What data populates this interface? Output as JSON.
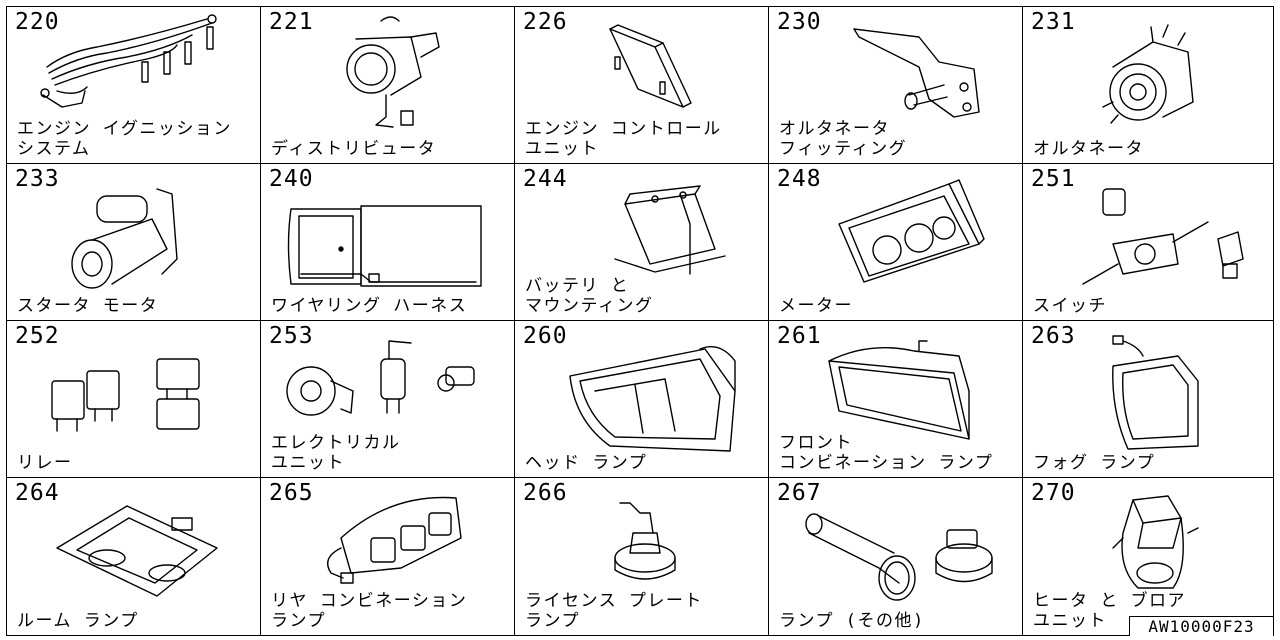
{
  "catalog": {
    "reference_code": "AW10000F23",
    "categories": [
      {
        "code": "220",
        "label": "エンジン イグニッション\nシステム",
        "icon": "ignition-wires-icon"
      },
      {
        "code": "221",
        "label": "ディストリビュータ",
        "icon": "distributor-icon"
      },
      {
        "code": "226",
        "label": "エンジン コントロール\nユニット",
        "icon": "control-unit-icon"
      },
      {
        "code": "230",
        "label": "オルタネータ\nフィッティング",
        "icon": "alternator-bracket-icon"
      },
      {
        "code": "231",
        "label": "オルタネータ",
        "icon": "alternator-icon"
      },
      {
        "code": "233",
        "label": "スタータ モータ",
        "icon": "starter-motor-icon"
      },
      {
        "code": "240",
        "label": "ワイヤリング ハーネス",
        "icon": "wiring-harness-icon"
      },
      {
        "code": "244",
        "label": "バッテリ と\nマウンティング",
        "icon": "battery-icon"
      },
      {
        "code": "248",
        "label": "メーター",
        "icon": "meter-cluster-icon"
      },
      {
        "code": "251",
        "label": "スイッチ",
        "icon": "switch-icon"
      },
      {
        "code": "252",
        "label": "リレー",
        "icon": "relay-icon"
      },
      {
        "code": "253",
        "label": "エレクトリカル\nユニット",
        "icon": "horn-icon"
      },
      {
        "code": "260",
        "label": "ヘッド ランプ",
        "icon": "headlamp-icon"
      },
      {
        "code": "261",
        "label": "フロント\nコンビネーション ランプ",
        "icon": "front-combination-lamp-icon"
      },
      {
        "code": "263",
        "label": "フォグ ランプ",
        "icon": "fog-lamp-icon"
      },
      {
        "code": "264",
        "label": "ルーム ランプ",
        "icon": "room-lamp-icon"
      },
      {
        "code": "265",
        "label": "リヤ コンビネーション\nランプ",
        "icon": "rear-combination-lamp-icon"
      },
      {
        "code": "266",
        "label": "ライセンス プレート\nランプ",
        "icon": "license-plate-lamp-icon"
      },
      {
        "code": "267",
        "label": "ランプ (その他)",
        "icon": "lamp-bulb-icon"
      },
      {
        "code": "270",
        "label": "ヒータ と ブロア\nユニット",
        "icon": "heater-blower-icon"
      }
    ]
  }
}
